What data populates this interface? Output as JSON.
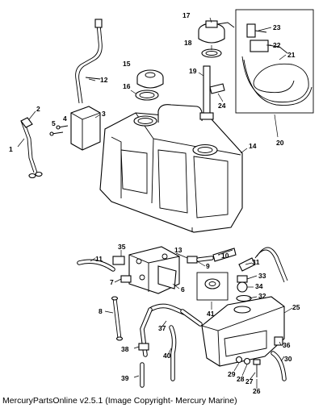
{
  "caption": "MercuryPartsOnline v2.5.1 (Image Copyright- Mercury Marine)",
  "callouts": {
    "c1": "1",
    "c2": "2",
    "c3": "3",
    "c4": "4",
    "c5": "5",
    "c6": "6",
    "c7": "7",
    "c8": "8",
    "c9": "9",
    "c10": "10",
    "c11": "11",
    "c12": "12",
    "c13": "13",
    "c14": "14",
    "c15": "15",
    "c16": "16",
    "c17": "17",
    "c18": "18",
    "c19": "19",
    "c20": "20",
    "c21": "21",
    "c22": "22",
    "c23": "23",
    "c24": "24",
    "c25": "25",
    "c26": "26",
    "c27": "27",
    "c28": "28",
    "c29": "29",
    "c30": "30",
    "c31": "31",
    "c32": "32",
    "c33": "33",
    "c34": "34",
    "c35": "35",
    "c36": "36",
    "c37": "37",
    "c38": "38",
    "c39": "39",
    "c40": "40",
    "c41": "41"
  }
}
